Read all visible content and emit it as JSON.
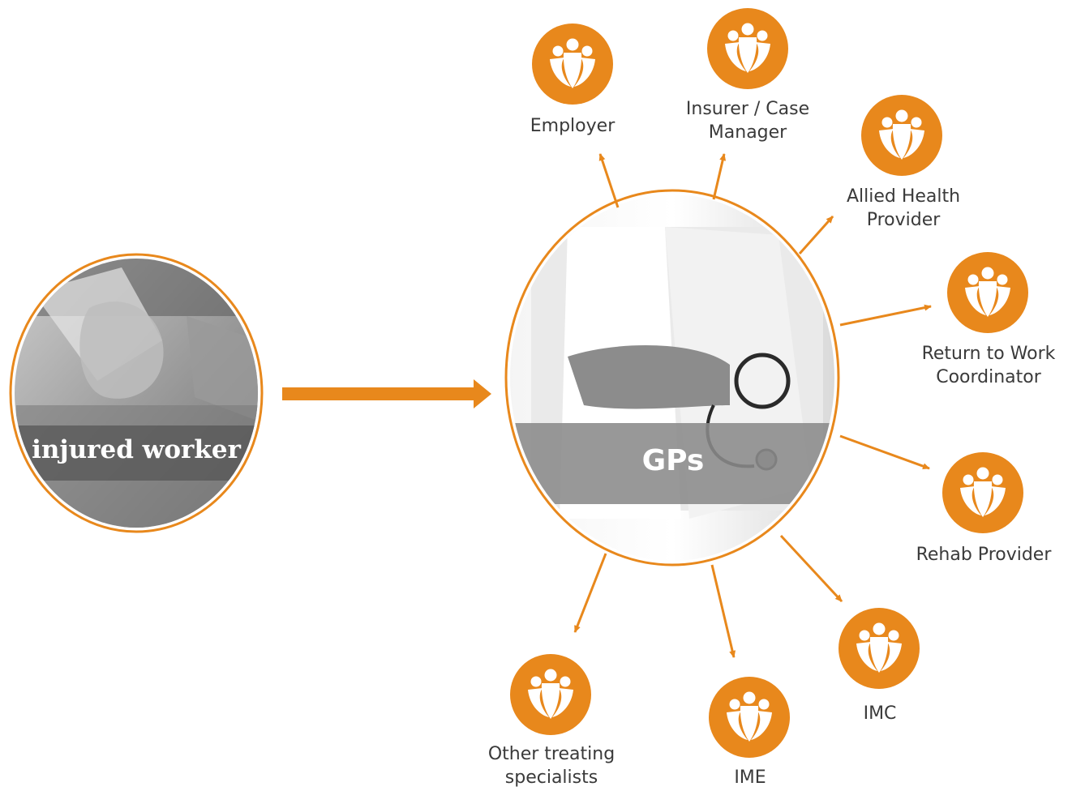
{
  "colors": {
    "accent": "#e8881c",
    "label_text": "#3a3a3a",
    "photo_band": "#8a8a8a",
    "white": "#ffffff"
  },
  "source": {
    "caption": "injured worker",
    "image": "photo of an injured worker receiving oxygen mask (greyscale)"
  },
  "hub": {
    "caption": "GPs",
    "image": "photo of a doctor in white coat holding a stethoscope (greyscale)"
  },
  "stakeholders": [
    {
      "id": "employer",
      "label": "Employer",
      "icon": "people-group-icon"
    },
    {
      "id": "insurer",
      "label": "Insurer / Case\nManager",
      "icon": "people-group-icon"
    },
    {
      "id": "allied-health",
      "label": "Allied Health\nProvider",
      "icon": "people-group-icon"
    },
    {
      "id": "rtw-coordinator",
      "label": "Return to Work\nCoordinator",
      "icon": "people-group-icon"
    },
    {
      "id": "rehab",
      "label": "Rehab Provider",
      "icon": "people-group-icon"
    },
    {
      "id": "imc",
      "label": "IMC",
      "icon": "people-group-icon"
    },
    {
      "id": "ime",
      "label": "IME",
      "icon": "people-group-icon"
    },
    {
      "id": "other-specialists",
      "label": "Other treating\nspecialists",
      "icon": "people-group-icon"
    }
  ]
}
